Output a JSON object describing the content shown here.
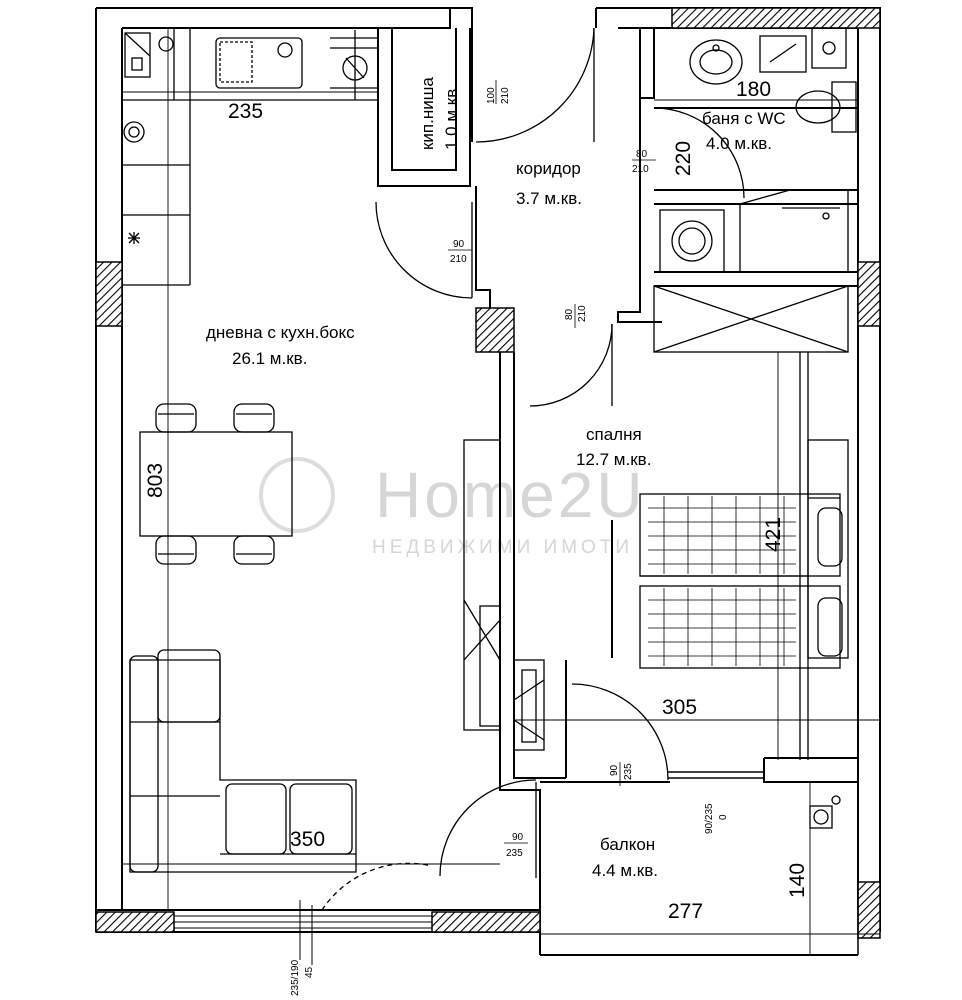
{
  "rooms": {
    "living": {
      "name": "дневна с кухн.бокс",
      "area": "26.1 м.кв."
    },
    "corridor": {
      "name": "коридор",
      "area": "3.7 м.кв."
    },
    "bathroom": {
      "name": "баня с WC",
      "area": "4.0 м.кв."
    },
    "storage": {
      "name": "кип.ниша",
      "area": "1.0 м.кв."
    },
    "bedroom": {
      "name": "спалня",
      "area": "12.7 м.кв."
    },
    "balcony": {
      "name": "балкон",
      "area": "4.4 м.кв."
    }
  },
  "dimensions": {
    "kitchen_width": "235",
    "bath_width": "180",
    "corridor_height": "220",
    "living_height": "803",
    "bedroom_height": "421",
    "bedroom_width": "305",
    "living_width": "350",
    "balcony_width": "277",
    "balcony_height": "140"
  },
  "doors": {
    "storage": {
      "w": "100",
      "h": "210"
    },
    "bathroom": {
      "w": "80",
      "h": "210"
    },
    "living": {
      "w": "90",
      "h": "210"
    },
    "bedroom": {
      "w": "80",
      "h": "210"
    },
    "balcony_bedroom": {
      "w": "90",
      "h": "235"
    },
    "balcony_living": {
      "w": "90",
      "h": "235"
    },
    "balcony_window": {
      "w": "90/235",
      "h": "0"
    },
    "living_window": {
      "w": "235/190",
      "h": "45"
    }
  },
  "watermark": {
    "brand": "Home2U",
    "tagline": "НЕДВИЖИМИ ИМОТИ"
  }
}
